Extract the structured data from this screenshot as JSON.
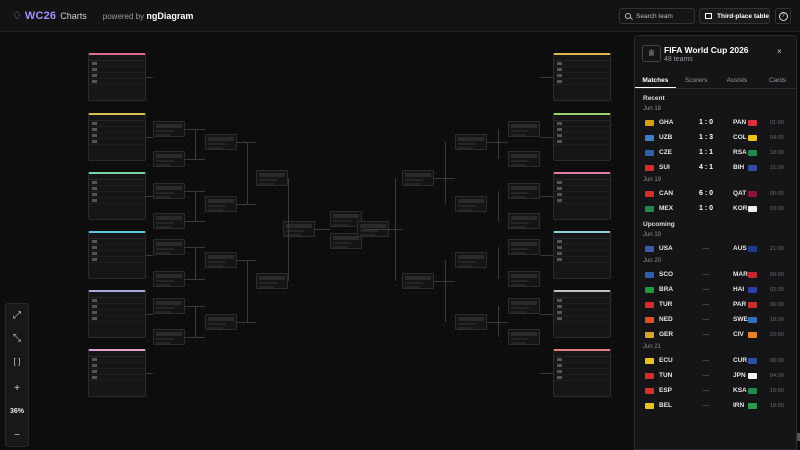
{
  "header": {
    "logo_text": "WC26",
    "logo_sub": "Charts",
    "powered_prefix": "powered by",
    "powered_brand": "ngDiagram",
    "search_placeholder": "Search team",
    "third_place_label": "Third-place table",
    "help_label": "?"
  },
  "zoom": {
    "level": "36%"
  },
  "panel": {
    "title": "FIFA World Cup 2026",
    "subtitle": "48 teams",
    "close_label": "×",
    "tabs": [
      {
        "label": "Matches",
        "active": true
      },
      {
        "label": "Scorers",
        "active": false
      },
      {
        "label": "Assists",
        "active": false
      },
      {
        "label": "Cards",
        "active": false
      }
    ],
    "sections": [
      {
        "label": "Recent",
        "days": [
          {
            "date": "Jun 18",
            "matches": [
              {
                "home": "GHA",
                "hc": "#d4a017",
                "away": "PAN",
                "ac": "#d9303e",
                "score": "1 : 0",
                "time": "01:00"
              },
              {
                "home": "UZB",
                "hc": "#3b82c4",
                "away": "COL",
                "ac": "#e8c21d",
                "score": "1 : 3",
                "time": "04:00"
              },
              {
                "home": "CZE",
                "hc": "#2f5fb0",
                "away": "RSA",
                "ac": "#1f8a4c",
                "score": "1 : 1",
                "time": "18:00"
              },
              {
                "home": "SUI",
                "hc": "#d92b2b",
                "away": "BIH",
                "ac": "#2f4fa8",
                "score": "4 : 1",
                "time": "21:00"
              }
            ]
          },
          {
            "date": "Jun 19",
            "matches": [
              {
                "home": "CAN",
                "hc": "#d92b2b",
                "away": "QAT",
                "ac": "#8a1538",
                "score": "6 : 0",
                "time": "00:00"
              },
              {
                "home": "MEX",
                "hc": "#1f8a4c",
                "away": "KOR",
                "ac": "#eeeeee",
                "score": "1 : 0",
                "time": "03:00"
              }
            ]
          }
        ]
      },
      {
        "label": "Upcoming",
        "days": [
          {
            "date": "Jun 19",
            "matches": [
              {
                "home": "USA",
                "hc": "#3c5aa6",
                "away": "AUS",
                "ac": "#1f3a8a",
                "score": "",
                "time": "21:00"
              }
            ]
          },
          {
            "date": "Jun 20",
            "matches": [
              {
                "home": "SCO",
                "hc": "#2f5fb0",
                "away": "MAR",
                "ac": "#c1272d",
                "score": "",
                "time": "00:00"
              },
              {
                "home": "BRA",
                "hc": "#1f9a3c",
                "away": "HAI",
                "ac": "#2f3fa8",
                "score": "",
                "time": "02:30"
              },
              {
                "home": "TUR",
                "hc": "#d92b2b",
                "away": "PAR",
                "ac": "#c8302c",
                "score": "",
                "time": "06:00"
              },
              {
                "home": "NED",
                "hc": "#d9532b",
                "away": "SWE",
                "ac": "#2f6fc0",
                "score": "",
                "time": "18:00"
              },
              {
                "home": "GER",
                "hc": "#d9a52b",
                "away": "CIV",
                "ac": "#e8832b",
                "score": "",
                "time": "22:00"
              }
            ]
          },
          {
            "date": "Jun 21",
            "matches": [
              {
                "home": "ECU",
                "hc": "#e8c21d",
                "away": "CUR",
                "ac": "#2f4fa8",
                "score": "",
                "time": "00:00"
              },
              {
                "home": "TUN",
                "hc": "#d92b2b",
                "away": "JPN",
                "ac": "#f2f2f2",
                "score": "",
                "time": "04:00"
              },
              {
                "home": "ESP",
                "hc": "#d9302b",
                "away": "KSA",
                "ac": "#1f8a4c",
                "score": "",
                "time": "16:00"
              },
              {
                "home": "BEL",
                "hc": "#e8c21d",
                "away": "IRN",
                "ac": "#2f9a4c",
                "score": "",
                "time": "18:00"
              }
            ]
          }
        ]
      }
    ]
  }
}
